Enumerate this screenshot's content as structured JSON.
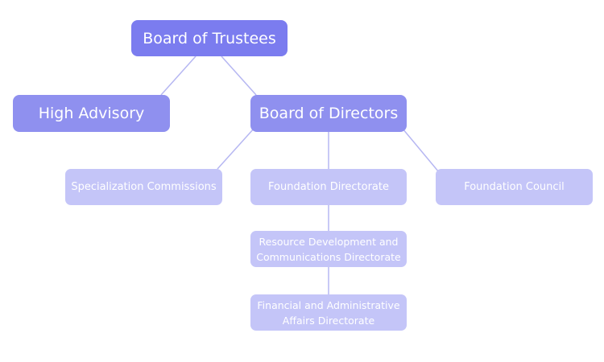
{
  "nodes": {
    "board_of_trustees": "Board of Trustees",
    "high_advisory": "High Advisory",
    "board_of_directors": "Board of Directors",
    "specialization_commissions": "Specialization Commissions",
    "foundation_directorate": "Foundation Directorate",
    "foundation_council": "Foundation Council",
    "resource_development_directorate": "Resource Development and Communications Directorate",
    "financial_administrative_directorate": "Financial and Administrative Affairs Directorate"
  },
  "colors": {
    "level0": "#7b7cef",
    "level1": "#8f90ef",
    "level2": "#c4c5f8",
    "connector": "#b6b7f2",
    "text": "#ffffff"
  }
}
